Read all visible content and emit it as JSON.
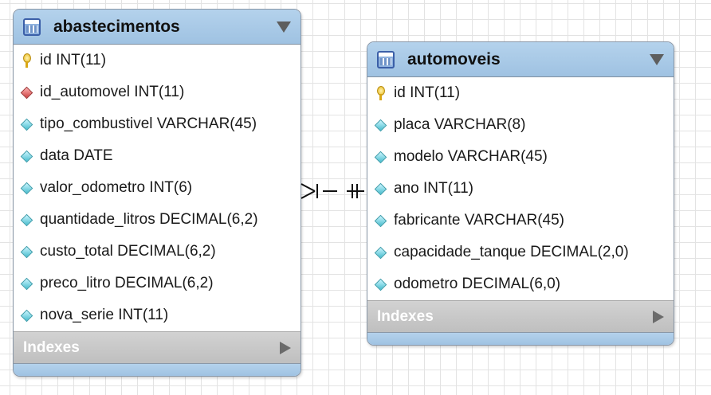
{
  "tables": [
    {
      "name": "abastecimentos",
      "columns": [
        {
          "label": "id INT(11)",
          "kind": "primary-key"
        },
        {
          "label": "id_automovel INT(11)",
          "kind": "foreign-key"
        },
        {
          "label": "tipo_combustivel VARCHAR(45)",
          "kind": "column"
        },
        {
          "label": "data DATE",
          "kind": "column"
        },
        {
          "label": "valor_odometro INT(6)",
          "kind": "column"
        },
        {
          "label": "quantidade_litros DECIMAL(6,2)",
          "kind": "column"
        },
        {
          "label": "custo_total DECIMAL(6,2)",
          "kind": "column"
        },
        {
          "label": "preco_litro DECIMAL(6,2)",
          "kind": "column"
        },
        {
          "label": "nova_serie INT(11)",
          "kind": "column"
        }
      ],
      "indexes_label": "Indexes"
    },
    {
      "name": "automoveis",
      "columns": [
        {
          "label": "id INT(11)",
          "kind": "primary-key"
        },
        {
          "label": "placa VARCHAR(8)",
          "kind": "column"
        },
        {
          "label": "modelo VARCHAR(45)",
          "kind": "column"
        },
        {
          "label": "ano INT(11)",
          "kind": "column"
        },
        {
          "label": "fabricante VARCHAR(45)",
          "kind": "column"
        },
        {
          "label": "capacidade_tanque DECIMAL(2,0)",
          "kind": "column"
        },
        {
          "label": "odometro DECIMAL(6,0)",
          "kind": "column"
        }
      ],
      "indexes_label": "Indexes"
    }
  ],
  "relationship": {
    "from": "abastecimentos",
    "to": "automoveis",
    "from_cardinality": "many",
    "to_cardinality": "one-and-only-one"
  },
  "colors": {
    "header": "#a9cbe8",
    "indexes_bar": "#c8c8c8",
    "grid": "#e3e3e3"
  }
}
